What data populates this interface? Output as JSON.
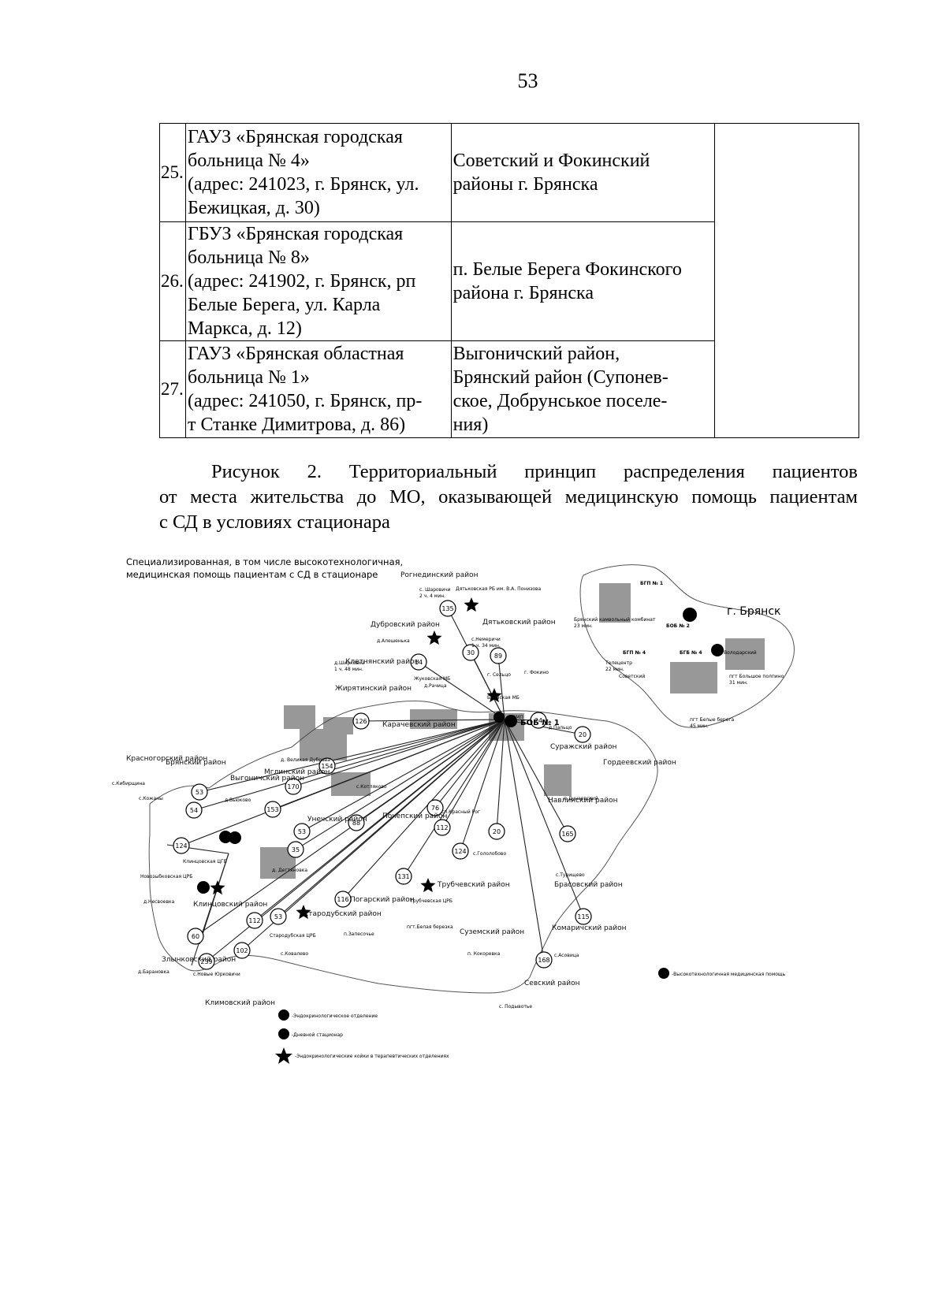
{
  "page_number": "53",
  "table": {
    "rows": [
      {
        "num": "25.",
        "org_lines": [
          "ГАУЗ «Брянская городская",
          "больница № 4»",
          "(адрес: 241023, г. Брянск, ул.",
          "Бежицкая, д. 30)"
        ],
        "area_lines": [
          "Советский и Фокинский",
          "районы г. Брянска"
        ]
      },
      {
        "num": "26.",
        "org_lines": [
          "ГБУЗ «Брянская городская",
          "больница № 8»",
          "(адрес: 241902, г. Брянск, рп",
          "Белые Берега, ул. Карла",
          "Маркса, д. 12)"
        ],
        "area_lines": [
          "п. Белые Берега Фокинского",
          "района г. Брянска"
        ]
      },
      {
        "num": "27.",
        "org_lines": [
          "ГАУЗ «Брянская областная",
          "больница № 1»",
          "(адрес: 241050, г. Брянск, пр-",
          "т Станке Димитрова, д. 86)"
        ],
        "area_lines": [
          "Выгоничский район,",
          "Брянский район (Супонев-",
          "ское, Добрунськое поселе-",
          "ния)"
        ]
      }
    ]
  },
  "caption": {
    "line1": "Рисунок 2. Территориальный принцип распределения пациентов",
    "line2": "от места жительства до МО, оказывающей медицинскую помощь пациентам",
    "line3": "с СД в условиях стационара"
  },
  "map": {
    "title_line1": "Специализированная, в том числе высокотехнологичная,",
    "title_line2": "медицинская помощь пациентам с СД в стационаре",
    "hub_label": "БОБ № 1",
    "city_label": "г. Брянск",
    "districts": [
      "Рогнединский район",
      "Дубровский район",
      "Дятьковский район",
      "Клетнянский район",
      "Жирятинский район",
      "Брянский район",
      "Выгоничский район",
      "Карачевский район",
      "Суражский район",
      "Гордеевский район",
      "Мглинский район",
      "Унечский район",
      "Почепский район",
      "Навлинский район",
      "Клинцовский район",
      "Стародубский район",
      "Погарский район",
      "Трубчевский район",
      "Суземский район",
      "Брасовский район",
      "Комаричский район",
      "Севский район",
      "Климовский район",
      "Злынковский район",
      "Красногорский район"
    ],
    "places": [
      {
        "name": "с. Шаровичи",
        "time": "2 ч. 4 мин."
      },
      {
        "name": "Дятьковская РБ им. В.А. Понизова"
      },
      {
        "name": "д.Алешенька"
      },
      {
        "name": "с.Немеричи",
        "time": "1 ч. 34 мин."
      },
      {
        "name": "д.Ширковка",
        "time": "1 ч. 48 мин."
      },
      {
        "name": "Жуковская МБ"
      },
      {
        "name": "д.Рачица"
      },
      {
        "name": "г. Сельцо"
      },
      {
        "name": "г. Фокино"
      },
      {
        "name": "Брянская МБ"
      },
      {
        "name": "ВМП"
      },
      {
        "name": "д.Пальцо"
      },
      {
        "name": "д. Великая Дубрава"
      },
      {
        "name": "с.Кибирщина"
      },
      {
        "name": "с.Кожаны"
      },
      {
        "name": "д.Вьюково"
      },
      {
        "name": "с.Котляково"
      },
      {
        "name": "сп.Красный Рог"
      },
      {
        "name": "п.Дунаевский"
      },
      {
        "name": "Клинцовская ЦГБ"
      },
      {
        "name": "д. Дегтяновка"
      },
      {
        "name": "Новозыбковская ЦРБ"
      },
      {
        "name": "д.Несвоевка"
      },
      {
        "name": "Стародубская ЦРБ"
      },
      {
        "name": "Трубчевская ЦРБ"
      },
      {
        "name": "с.Гололобово"
      },
      {
        "name": "с.Турищево"
      },
      {
        "name": "пгт.Белая березка"
      },
      {
        "name": "п.Запесочье"
      },
      {
        "name": "с.Ковалево"
      },
      {
        "name": "д.Барановка"
      },
      {
        "name": "с.Новые Юрковичи"
      },
      {
        "name": "п. Кокоревка"
      },
      {
        "name": "с.Асовица"
      },
      {
        "name": "с. Подывотье"
      },
      {
        "name": "Брянский камвольный комбинат",
        "time": "23 мин."
      },
      {
        "name": "Телецентр",
        "time": "22 мин."
      },
      {
        "name": "пгт Большое полпино",
        "time": "31 мин."
      },
      {
        "name": "пгт Белые берега",
        "time": "45 мин."
      },
      {
        "name": "Володарский"
      },
      {
        "name": "Советский"
      }
    ],
    "hospitals_city": [
      "БГП № 1",
      "БОБ № 2",
      "БГП № 4",
      "БГБ № 4"
    ],
    "badges_km": [
      "135",
      "30",
      "89",
      "14",
      "126",
      "24",
      "20",
      "154",
      "170",
      "53",
      "54",
      "153",
      "124",
      "88",
      "53",
      "35",
      "112",
      "76",
      "20",
      "124",
      "131",
      "116",
      "53",
      "112",
      "165",
      "115",
      "168",
      "239",
      "60",
      "102"
    ],
    "legend": [
      {
        "symbol": "big-circle",
        "label": "-Высокотехнологичная медицинская помощь"
      },
      {
        "symbol": "circle",
        "label": "-Эндокринологическое отделение"
      },
      {
        "symbol": "circle",
        "label": "-Дневной стационар"
      },
      {
        "symbol": "star",
        "label": "-Эндокринологические койки в терапевтических отделениях"
      }
    ]
  }
}
